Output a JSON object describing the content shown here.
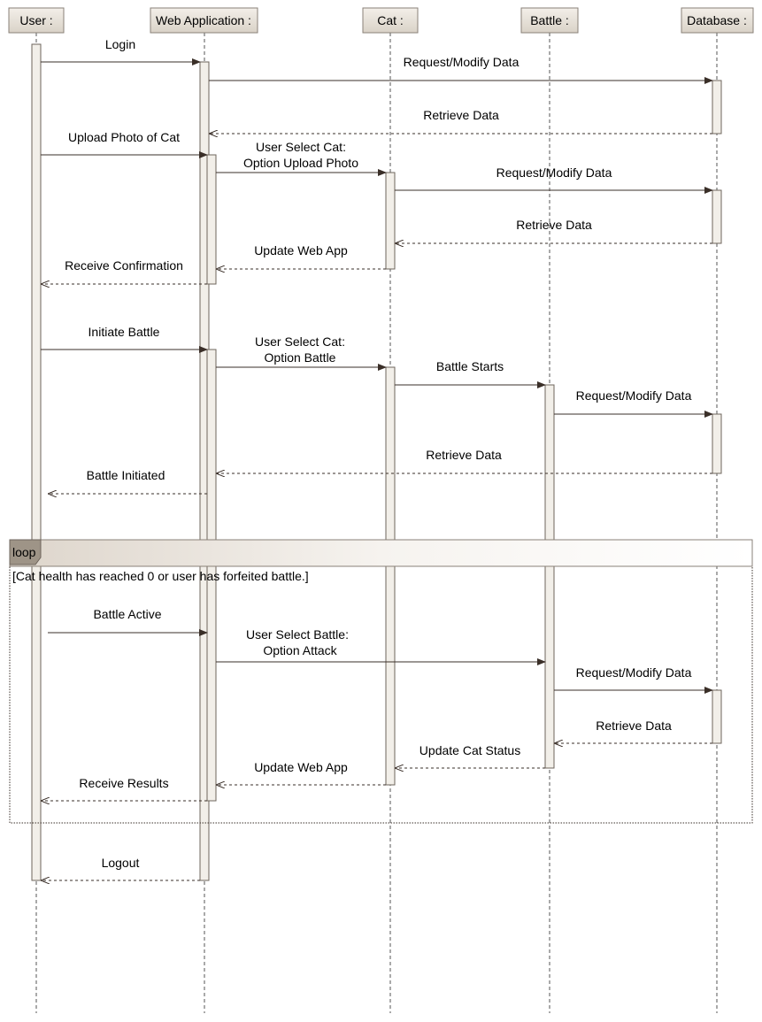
{
  "lifelines": [
    {
      "id": "user",
      "label": "User :"
    },
    {
      "id": "web",
      "label": "Web Application :"
    },
    {
      "id": "cat",
      "label": "Cat :"
    },
    {
      "id": "battle",
      "label": "Battle :"
    },
    {
      "id": "db",
      "label": "Database :"
    }
  ],
  "messages": [
    {
      "text": "Login",
      "from": "user",
      "to": "web",
      "kind": "sync"
    },
    {
      "text": "Request/Modify Data",
      "from": "web",
      "to": "db",
      "kind": "sync"
    },
    {
      "text": "Retrieve Data",
      "from": "db",
      "to": "web",
      "kind": "return"
    },
    {
      "text": "Upload Photo of Cat",
      "from": "user",
      "to": "web",
      "kind": "sync"
    },
    {
      "text": "User Select Cat:",
      "text2": "Option Upload Photo",
      "from": "web",
      "to": "cat",
      "kind": "sync"
    },
    {
      "text": "Request/Modify Data",
      "from": "cat",
      "to": "db",
      "kind": "sync"
    },
    {
      "text": "Retrieve Data",
      "from": "db",
      "to": "cat",
      "kind": "return"
    },
    {
      "text": "Update Web App",
      "from": "cat",
      "to": "web",
      "kind": "return"
    },
    {
      "text": "Receive Confirmation",
      "from": "web",
      "to": "user",
      "kind": "return"
    },
    {
      "text": "Initiate Battle",
      "from": "user",
      "to": "web",
      "kind": "sync"
    },
    {
      "text": "User Select Cat:",
      "text2": "Option Battle",
      "from": "web",
      "to": "cat",
      "kind": "sync"
    },
    {
      "text": "Battle Starts",
      "from": "cat",
      "to": "battle",
      "kind": "sync"
    },
    {
      "text": "Request/Modify Data",
      "from": "battle",
      "to": "db",
      "kind": "sync"
    },
    {
      "text": "Retrieve Data",
      "from": "db",
      "to": "web",
      "kind": "return"
    },
    {
      "text": "Battle Initiated",
      "from": "web",
      "to": "user",
      "kind": "return"
    },
    {
      "text": "Battle Active",
      "from": "user",
      "to": "web",
      "kind": "sync"
    },
    {
      "text": "User Select Battle:",
      "text2": "Option Attack",
      "from": "web",
      "to": "battle",
      "kind": "sync"
    },
    {
      "text": "Request/Modify Data",
      "from": "battle",
      "to": "db",
      "kind": "sync"
    },
    {
      "text": "Retrieve Data",
      "from": "db",
      "to": "battle",
      "kind": "return"
    },
    {
      "text": "Update Cat Status",
      "from": "battle",
      "to": "cat",
      "kind": "return"
    },
    {
      "text": "Update Web App",
      "from": "cat",
      "to": "web",
      "kind": "return"
    },
    {
      "text": "Receive Results",
      "from": "web",
      "to": "user",
      "kind": "return"
    },
    {
      "text": "Logout",
      "from": "web",
      "to": "user",
      "kind": "return"
    }
  ],
  "loop_fragment": {
    "operator": "loop",
    "guard": "[Cat health has reached 0 or user has forfeited battle.]"
  }
}
